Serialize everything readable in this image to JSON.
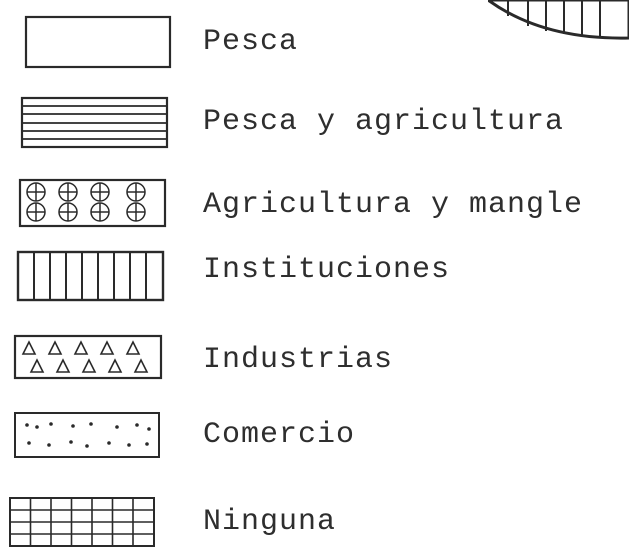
{
  "legend": {
    "items": [
      {
        "label": "Pesca",
        "pattern": "blank"
      },
      {
        "label": "Pesca y agricultura",
        "pattern": "horizontal-lines"
      },
      {
        "label": "Agricultura y mangle",
        "pattern": "circled-crosses"
      },
      {
        "label": "Instituciones",
        "pattern": "vertical-lines"
      },
      {
        "label": "Industrias",
        "pattern": "triangles"
      },
      {
        "label": "Comercio",
        "pattern": "dots"
      },
      {
        "label": "Ninguna",
        "pattern": "grid"
      }
    ]
  },
  "colors": {
    "ink": "#2a2a2a",
    "paper": "#ffffff"
  }
}
